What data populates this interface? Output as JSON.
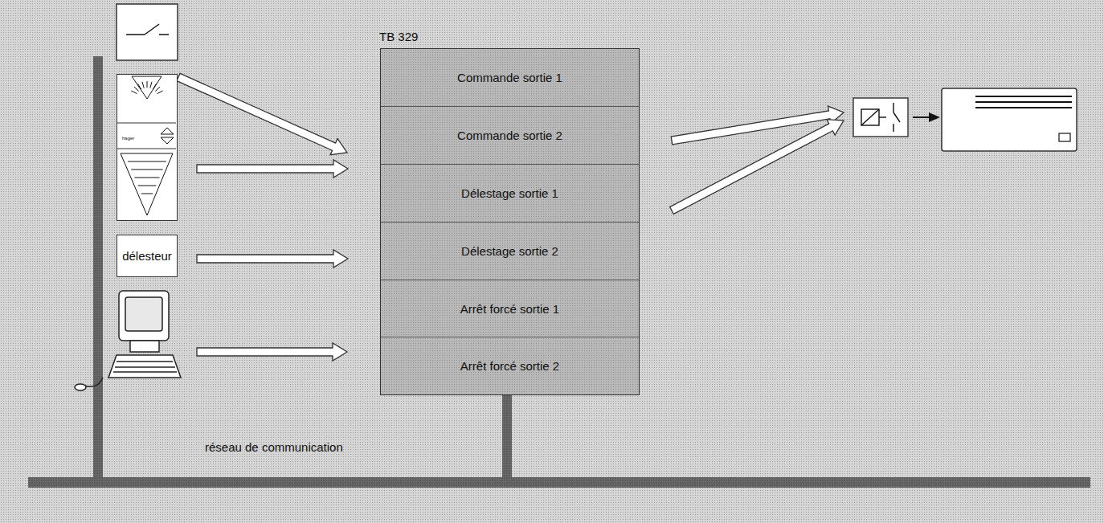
{
  "diagram": {
    "nodes": [
      {
        "text": [
          "hager"
        ]
      },
      {
        "text": [
          "délesteur"
        ]
      },
      {
        "text": [
          "TB 329"
        ]
      },
      {
        "text": [
          "Commande sortie 1"
        ],
        "in": 2
      },
      {
        "text": [
          "Commande sortie 2"
        ],
        "in": 2
      },
      {
        "text": [
          "Délestage sortie 1"
        ],
        "in": 2
      },
      {
        "text": [
          "Délestage sortie 2"
        ],
        "in": 2
      },
      {
        "text": [
          "Arrêt forcé sortie 1"
        ],
        "in": 2
      },
      {
        "text": [
          "Arrêt forcé sortie 2"
        ],
        "in": 2
      }
    ],
    "edges": [
      {
        "from": 0,
        "to": 2,
        "arrow": "to"
      },
      {
        "from": 1,
        "to": 2,
        "arrow": "to"
      }
    ],
    "labels": [
      "réseau de communication"
    ]
  }
}
